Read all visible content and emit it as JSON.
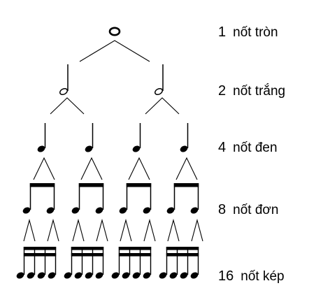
{
  "diagram": {
    "levels": [
      {
        "count": "1",
        "name": "nốt tròn",
        "notes": 1,
        "symbol": "whole"
      },
      {
        "count": "2",
        "name": "nốt trắng",
        "notes": 2,
        "symbol": "half"
      },
      {
        "count": "4",
        "name": "nốt đen",
        "notes": 4,
        "symbol": "quarter"
      },
      {
        "count": "8",
        "name": "nốt đơn",
        "notes": 8,
        "symbol": "eighth"
      },
      {
        "count": "16",
        "name": "nốt kép",
        "notes": 16,
        "symbol": "sixteenth"
      }
    ]
  },
  "colors": {
    "ink": "#000000",
    "background": "#ffffff"
  }
}
